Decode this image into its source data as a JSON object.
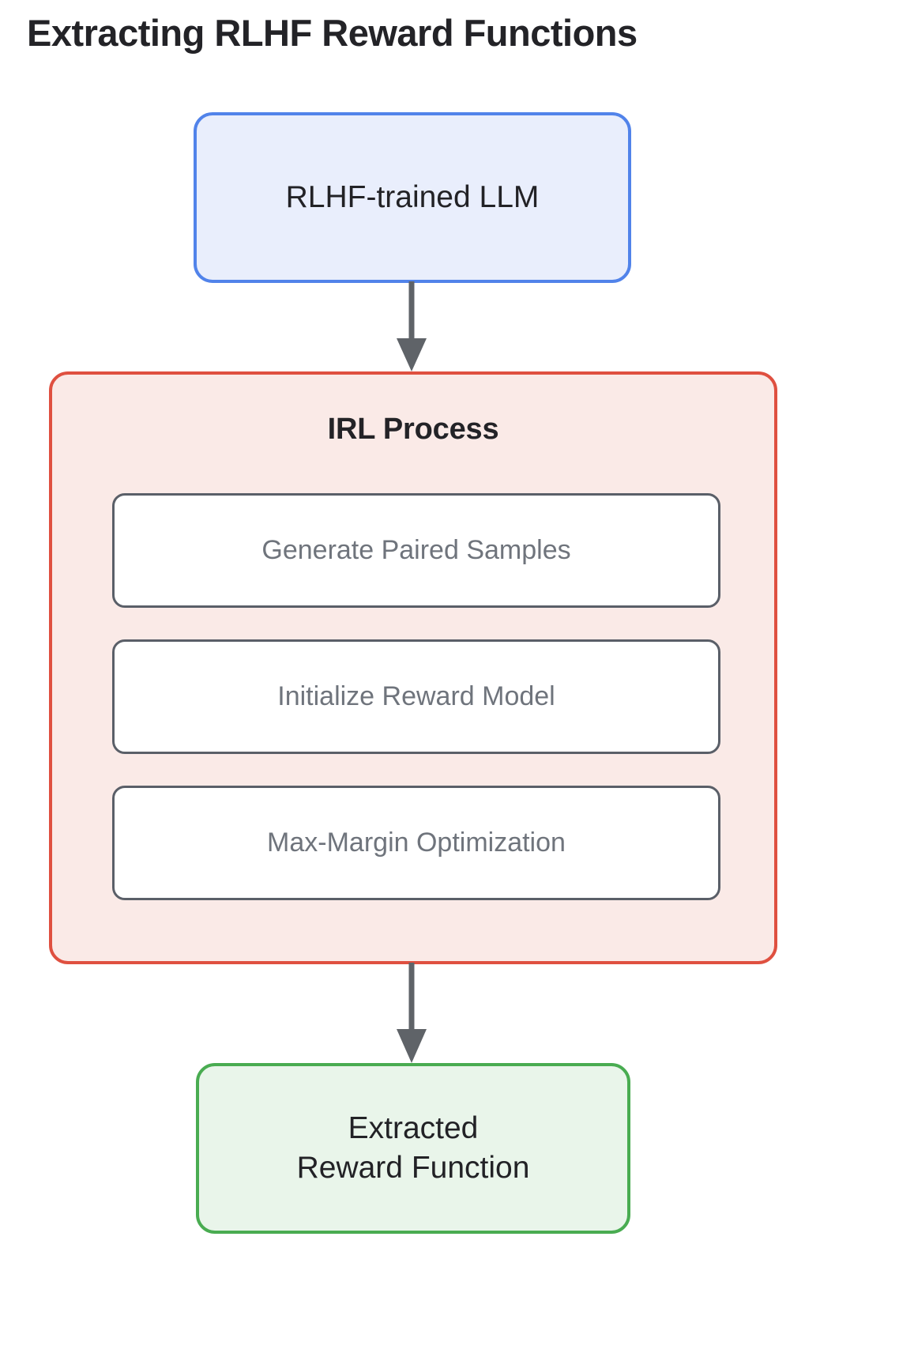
{
  "title": "Extracting RLHF Reward Functions",
  "flow": {
    "source_node": {
      "label": "RLHF-trained LLM",
      "border_color": "#5183ea",
      "fill_color": "#e9eefc"
    },
    "subgraph": {
      "title": "IRL Process",
      "border_color": "#df5040",
      "fill_color": "#faeae7",
      "steps": [
        {
          "label": "Generate Paired Samples"
        },
        {
          "label": "Initialize Reward Model"
        },
        {
          "label": "Max-Margin Optimization"
        }
      ]
    },
    "output_node": {
      "line1": "Extracted",
      "line2": "Reward Function",
      "border_color": "#49ac51",
      "fill_color": "#e9f5ea"
    },
    "edges": [
      {
        "from": "RLHF-trained LLM",
        "to": "IRL Process",
        "arrow_color": "#5f6368"
      },
      {
        "from": "IRL Process",
        "to": "Extracted Reward Function",
        "arrow_color": "#5f6368"
      }
    ]
  }
}
